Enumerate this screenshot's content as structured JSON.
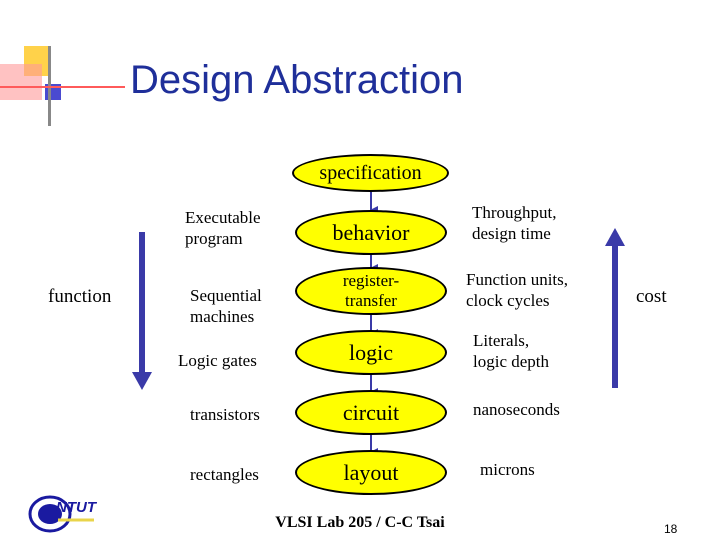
{
  "title": "Design Abstraction",
  "levels": {
    "specification": "specification",
    "behavior": "behavior",
    "rtl_line1": "register-",
    "rtl_line2": "transfer",
    "logic": "logic",
    "circuit": "circuit",
    "layout": "layout"
  },
  "left_labels": {
    "executable_line1": "Executable",
    "executable_line2": "program",
    "sequential_line1": "Sequential",
    "sequential_line2": "machines",
    "logic_gates": "Logic gates",
    "transistors": "transistors",
    "rectangles": "rectangles"
  },
  "right_labels": {
    "throughput_line1": "Throughput,",
    "throughput_line2": "design time",
    "function_units_line1": "Function units,",
    "function_units_line2": "clock cycles",
    "literals_line1": "Literals,",
    "literals_line2": "logic depth",
    "nanoseconds": "nanoseconds",
    "microns": "microns"
  },
  "side_labels": {
    "function": "function",
    "cost": "cost"
  },
  "footer": "VLSI Lab 205 / C-C Tsai",
  "page_number": "18",
  "logo_text": "NTUT",
  "colors": {
    "title": "#1f2f9a",
    "oval_fill": "#ffff00",
    "arrow": "#3a3aa8",
    "deco_yellow": "#ffd24a",
    "deco_red": "#ff5a5a",
    "deco_blue": "#4a4ad0",
    "logo_blue": "#1a1aa0",
    "logo_yellow": "#e9d44a"
  }
}
